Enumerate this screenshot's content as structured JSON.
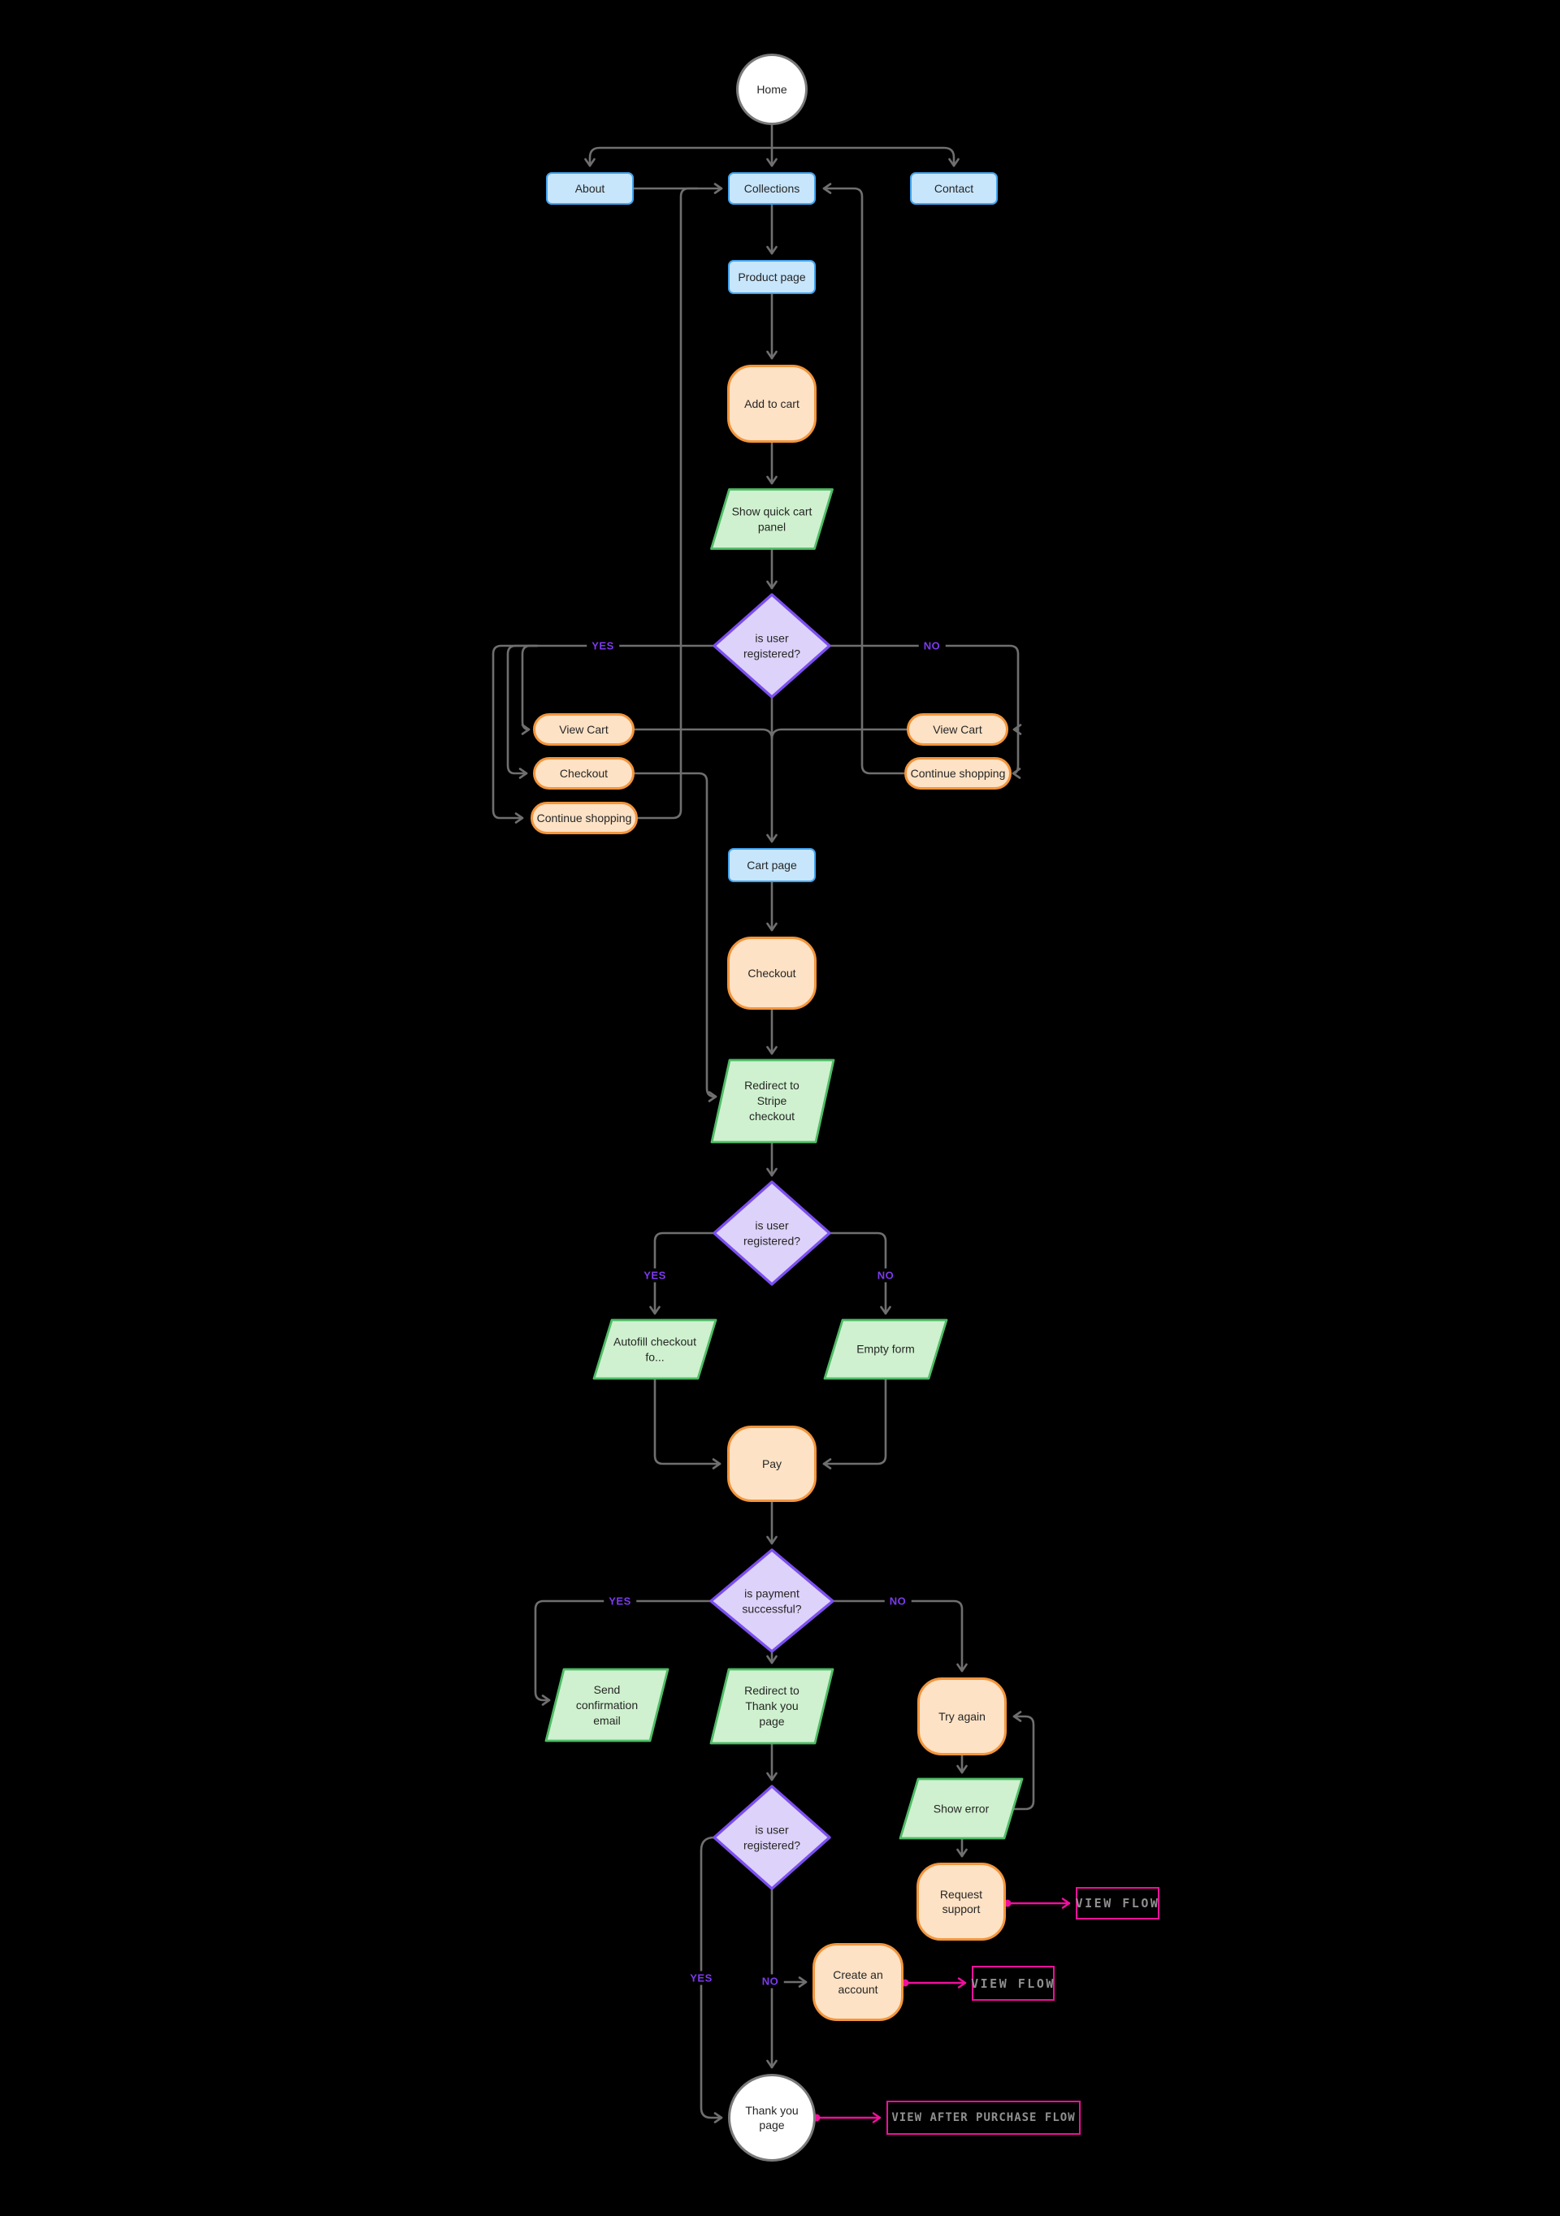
{
  "flowchart": {
    "nodes": {
      "home": "Home",
      "about": "About",
      "collections": "Collections",
      "contact": "Contact",
      "product_page": "Product page",
      "add_to_cart": "Add to cart",
      "show_quick_cart_panel": "Show quick cart panel",
      "is_user_registered_1": "is user registered?",
      "view_cart_yes": "View Cart",
      "checkout_yes": "Checkout",
      "continue_shopping_yes": "Continue shopping",
      "view_cart_no": "View Cart",
      "continue_shopping_no": "Continue shopping",
      "cart_page": "Cart page",
      "checkout": "Checkout",
      "redirect_to_stripe_checkout": "Redirect to Stripe checkout",
      "is_user_registered_2": "is user registered?",
      "autofill_checkout_form": "Autofill checkout fo...",
      "empty_form": "Empty form",
      "pay": "Pay",
      "is_payment_successful": "is payment successful?",
      "send_confirmation_email": "Send confirmation email",
      "redirect_to_thank_you_page": "Redirect to Thank you page",
      "try_again": "Try again",
      "show_error": "Show error",
      "request_support": "Request support",
      "is_user_registered_3": "is user registered?",
      "create_an_account": "Create an account",
      "thank_you_page": "Thank you page"
    },
    "edge_labels": {
      "yes": "YES",
      "no": "NO"
    },
    "links": {
      "view_flow_support": "VIEW FLOW",
      "view_flow_account": "VIEW FLOW",
      "view_after_purchase_flow": "VIEW AFTER PURCHASE FLOW"
    },
    "colors": {
      "background": "#000000",
      "page_blue_fill": "#C7E5FB",
      "page_blue_border": "#42A3EE",
      "action_orange_fill": "#FDE2C5",
      "action_orange_border": "#F3953C",
      "io_green_fill": "#CFF1CF",
      "io_green_border": "#4FBC66",
      "decision_purple_fill": "#DDD2F9",
      "decision_purple_border": "#7C4FEF",
      "branch_label_purple": "#7C3AED",
      "terminator_fill": "#FFFFFF",
      "terminator_border": "#7A7A7A",
      "edge_gray": "#6F6F6F",
      "link_pink": "#F00F9B",
      "link_text_gray": "#8F8F8F"
    }
  }
}
